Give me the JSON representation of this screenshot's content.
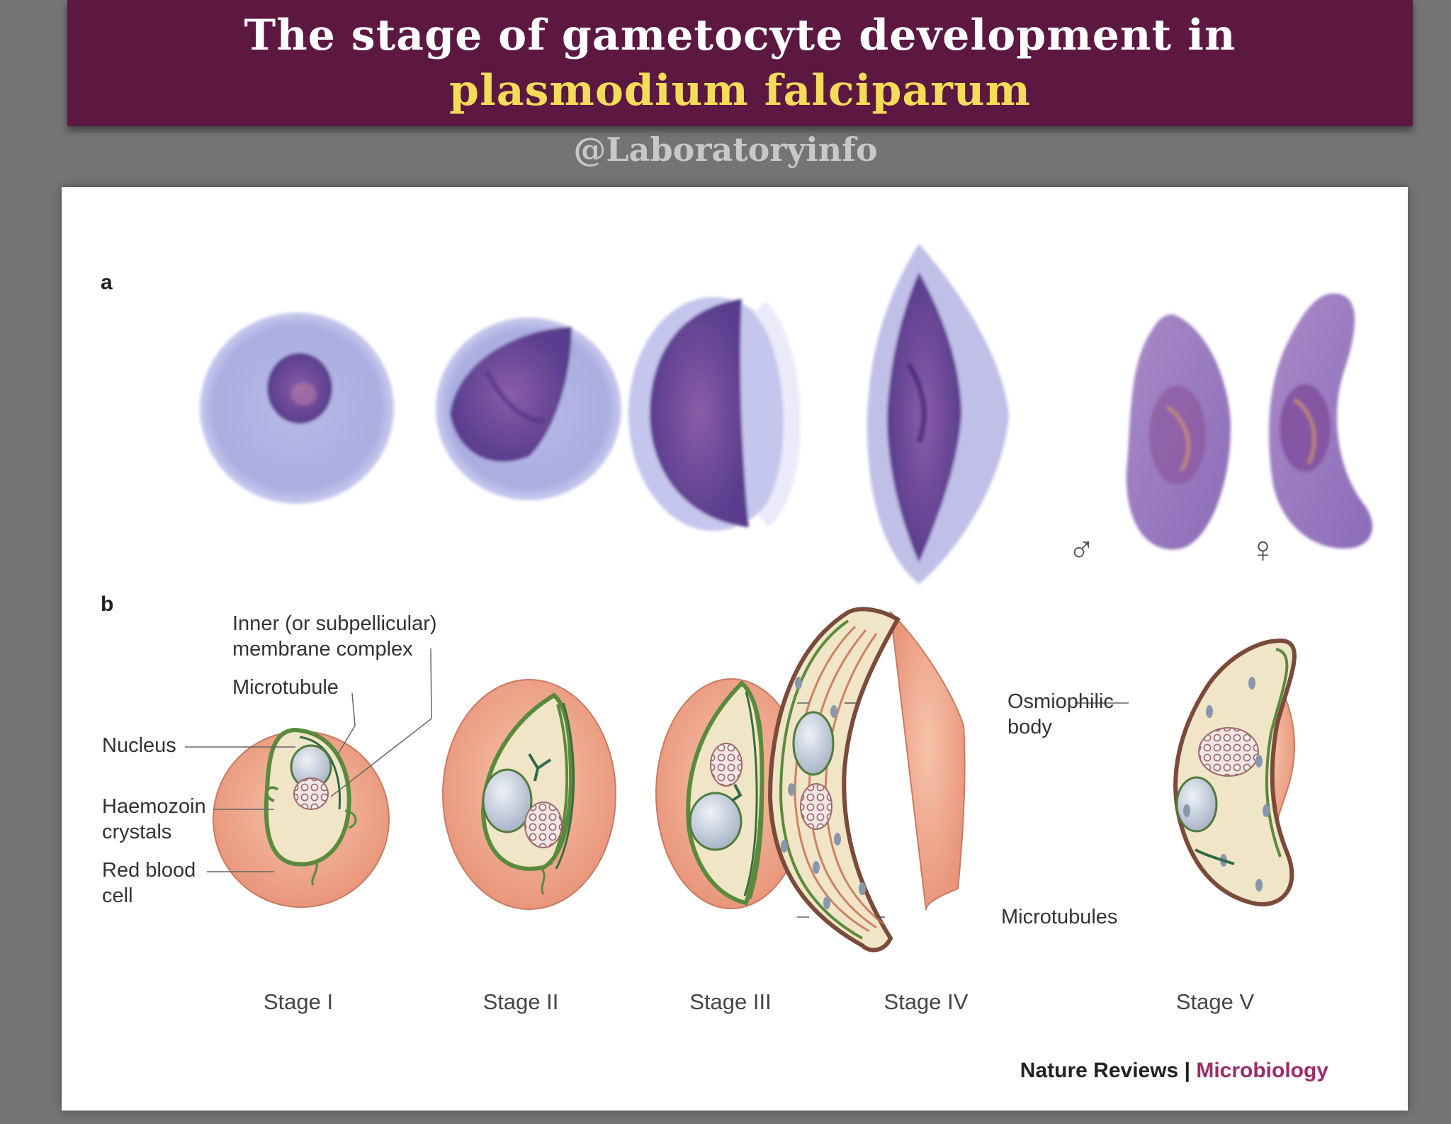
{
  "header": {
    "title_line1": "The stage of gametocyte development in",
    "title_line2": "plasmodium falciparum",
    "handle": "@Laboratoryinfo"
  },
  "figure": {
    "panel_a_label": "a",
    "panel_b_label": "b",
    "male_symbol": "♂",
    "female_symbol": "♀",
    "labels": {
      "inner_membrane_line1": "Inner (or subpellicular)",
      "inner_membrane_line2": "membrane complex",
      "microtubule": "Microtubule",
      "nucleus": "Nucleus",
      "haemozoin_line1": "Haemozoin",
      "haemozoin_line2": "crystals",
      "rbc_line1": "Red blood",
      "rbc_line2": "cell",
      "osmiophilic_line1": "Osmiophilic",
      "osmiophilic_line2": "body",
      "microtubules": "Microtubules"
    },
    "stages": [
      "Stage I",
      "Stage II",
      "Stage III",
      "Stage IV",
      "Stage V"
    ],
    "credit_journal": "Nature Reviews",
    "credit_separator": "|",
    "credit_field": "Microbiology"
  },
  "colors": {
    "banner": "#5c1840",
    "title_white": "#ffffff",
    "title_yellow": "#f4dc58",
    "rbc_blue": "#b3b6e3",
    "parasite_purple": "#6a4c9c",
    "rbc_pink": "#efae96",
    "membrane_green": "#5a8a3c",
    "credit_magenta": "#9b2c6a"
  }
}
